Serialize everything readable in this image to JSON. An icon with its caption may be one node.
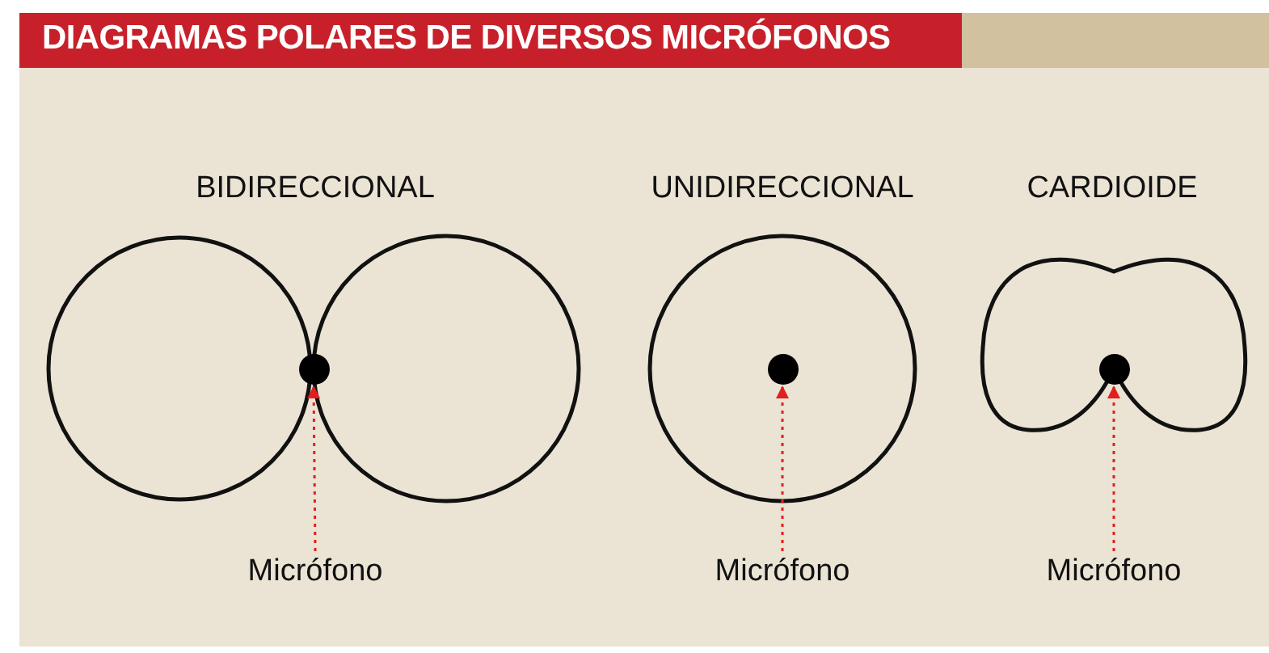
{
  "diagram": {
    "title": "DIAGRAMAS POLARES DE DIVERSOS MICRÓFONOS",
    "nodes": [
      {
        "text": [],
        "shape": "circle"
      },
      {
        "text": [],
        "shape": "circle"
      },
      {
        "text": [],
        "shape": "circle"
      },
      {
        "text": [
          "Micrófono"
        ]
      },
      {
        "text": [
          "Micrófono"
        ]
      },
      {
        "text": [
          "Micrófono"
        ]
      }
    ],
    "edges": [
      {
        "from": 3,
        "to": 0,
        "arrow": "to",
        "style": "dashed",
        "color": "#e0201e"
      },
      {
        "from": 4,
        "to": 1,
        "arrow": "to",
        "style": "dashed",
        "color": "#e0201e"
      },
      {
        "from": 5,
        "to": 2,
        "arrow": "to",
        "style": "dashed",
        "color": "#e0201e"
      }
    ],
    "labels": [
      "BIDIRECCIONAL",
      "UNIDIRECCIONAL",
      "CARDIOIDE"
    ]
  }
}
